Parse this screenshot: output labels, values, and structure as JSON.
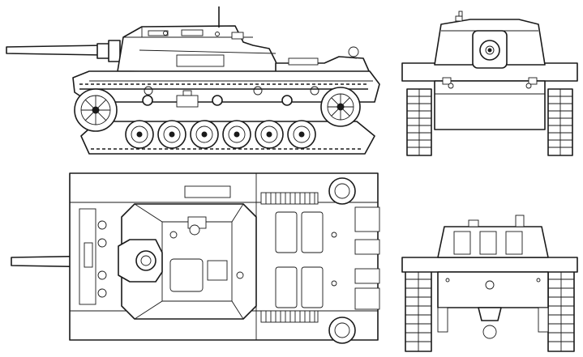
{
  "figure": {
    "subject": "tank-destroyer-four-view-drawing",
    "views": [
      "side",
      "front",
      "top",
      "rear"
    ],
    "line_color": "#1a1a1a",
    "background_color": "#ffffff"
  },
  "side_view": {
    "road_wheels": 6,
    "return_rollers": 3
  },
  "top_view": {
    "deck_grilles": 2,
    "hatches": 4
  },
  "front_view": {
    "track_links_per_side": 9
  },
  "rear_view": {
    "track_links_per_side": 9
  }
}
